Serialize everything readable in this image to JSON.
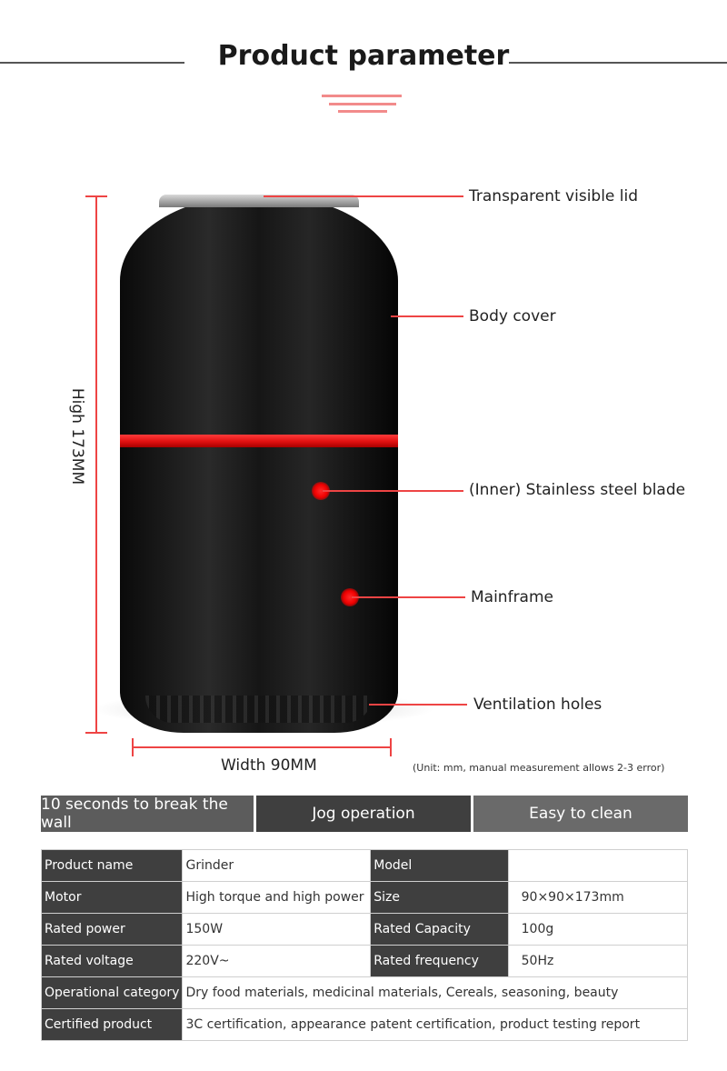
{
  "header": {
    "title": "Product parameter"
  },
  "dimensions": {
    "height": "High 173MM",
    "width": "Width 90MM",
    "note": "(Unit: mm, manual measurement allows 2-3 error)"
  },
  "callouts": {
    "lid": "Transparent visible lid",
    "body": "Body cover",
    "blade": "(Inner) Stainless steel blade",
    "mainframe": "Mainframe",
    "vent": "Ventilation holes"
  },
  "features": [
    "10 seconds to break the wall",
    "Jog operation",
    "Easy to clean"
  ],
  "specs": {
    "product_name_label": "Product name",
    "product_name": "Grinder",
    "model_label": "Model",
    "model": "",
    "motor_label": "Motor",
    "motor": "High torque and high power",
    "size_label": "Size",
    "size": "90×90×173mm",
    "rated_power_label": "Rated power",
    "rated_power": "150W",
    "rated_capacity_label": "Rated Capacity",
    "rated_capacity": "100g",
    "rated_voltage_label": "Rated voltage",
    "rated_voltage": "220V~",
    "rated_frequency_label": "Rated frequency",
    "rated_frequency": "50Hz",
    "operational_category_label": "Operational category",
    "operational_category": "Dry food materials, medicinal materials, Cereals, seasoning, beauty",
    "certified_product_label": "Certified product",
    "certified_product": "3C certification, appearance patent certification, product testing report"
  },
  "colors": {
    "accent": "#ee4444",
    "header_dark": "#3f3f3f",
    "product_black": "#111111"
  }
}
